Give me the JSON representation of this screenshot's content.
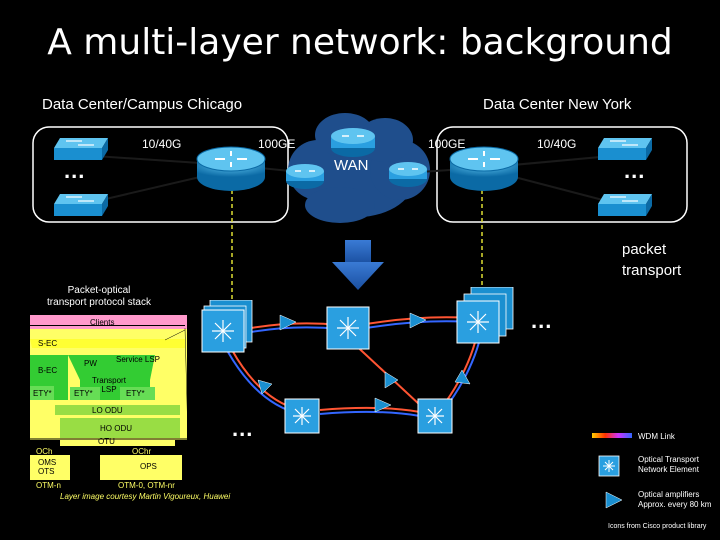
{
  "title": "A multi-layer network: background",
  "datacenters": {
    "chicago": "Data Center/Campus Chicago",
    "newyork": "Data Center New York"
  },
  "links": {
    "left_speed": "10/40G",
    "left_core": "100GE",
    "right_core": "100GE",
    "right_speed": "10/40G"
  },
  "wan_label": "WAN",
  "ellipsis": "...",
  "packet_transport": [
    "packet",
    "transport"
  ],
  "stack": {
    "heading": [
      "Packet-optical",
      "transport protocol stack"
    ],
    "clients": "Clients",
    "s_ec": "S-EC",
    "pw": "PW",
    "service_lsp": "Service LSP",
    "b_ec": "B-EC",
    "transport_lsp": [
      "Transport",
      "LSP"
    ],
    "eth_left": "ETY*",
    "eth_mid": "ETY*",
    "eth_right": "ETY*",
    "lo_odu": "LO ODU",
    "ho_odu": "HO ODU",
    "otu": "OTU",
    "och": "OCh",
    "ochr": "OChr",
    "oms_ots": [
      "OMS",
      "OTS"
    ],
    "ops": "OPS",
    "otm_n": "OTM-n",
    "otm_0": "OTM-0, OTM-nr",
    "courtesy": "Layer image courtesy Martin Vigoureux, Huawei"
  },
  "legend": {
    "wdm_link": "WDM Link",
    "otn_element": [
      "Optical Transport",
      "Network Element"
    ],
    "amplifiers": [
      "Optical amplifiers",
      "Approx. every 80 km"
    ],
    "icons_credit": "Icons from Cisco product library"
  },
  "colors": {
    "background": "#000000",
    "cloud": "#1f4e8c",
    "device": "#1a8fd0",
    "stack_yellow": "#ffff66",
    "stack_green": "#33cc33",
    "stack_pink": "#ff99cc"
  }
}
